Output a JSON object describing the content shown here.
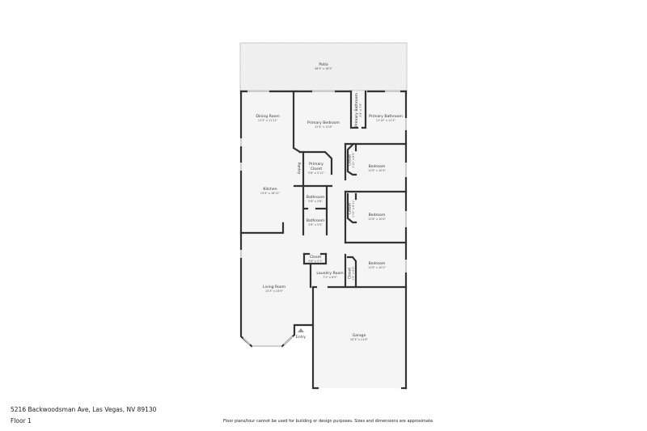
{
  "property": {
    "address": "5216 Backwoodsman Ave, Las Vegas, NV 89130",
    "floor": "Floor 1"
  },
  "disclaimer": "Floor plans/tour cannot be used for building or design purposes. Sizes and dimensions are approximate.",
  "colors": {
    "wall": "#333333",
    "floor": "#f5f5f5",
    "window": "#c8c8c8",
    "patio_hatch": "#e6e6e6"
  },
  "rooms": {
    "patio": {
      "name": "Patio",
      "dims": "36'5\" x 16'5\""
    },
    "dining_room": {
      "name": "Dining Room",
      "dims": "11'3\" x 11'11\""
    },
    "primary_bedroom": {
      "name": "Primary Bedroom",
      "dims": "12'4\" x 12'8\""
    },
    "primary_bathroom_wc": {
      "name": "Primary Bathroom",
      "dims": "2'8\" x 7'9\""
    },
    "primary_bathroom": {
      "name": "Primary Bathroom",
      "dims": "11'10\" x 11'2\""
    },
    "pantry": {
      "name": "Pantry",
      "dims": ""
    },
    "primary_closet": {
      "name": "Primary Closet",
      "dims": "5'8\" x 5'11\""
    },
    "closet_1": {
      "name": "Closet",
      "dims": "1'10\" x 6'5\""
    },
    "bedroom_1": {
      "name": "Bedroom",
      "dims": "12'8\" x 10'4\""
    },
    "kitchen": {
      "name": "Kitchen",
      "dims": "13'4\" x 18'11\""
    },
    "bathroom_1": {
      "name": "Bathroom",
      "dims": "5'6\" x 5'8\""
    },
    "bathroom_2": {
      "name": "Bathroom",
      "dims": "5'6\" x 5'5\""
    },
    "closet_2": {
      "name": "Closet",
      "dims": "1'10\" x 6'11\""
    },
    "bedroom_2": {
      "name": "Bedroom",
      "dims": "12'8\" x 10'6\""
    },
    "closet_3": {
      "name": "Closet",
      "dims": "5'6\" x 2'1\""
    },
    "laundry_room": {
      "name": "Laundry Room",
      "dims": "7'2\" x 6'9\""
    },
    "closet_4": {
      "name": "Closet",
      "dims": "1'9\" x 6'5\""
    },
    "bedroom_3": {
      "name": "Bedroom",
      "dims": "12'8\" x 10'2\""
    },
    "living_room": {
      "name": "Living Room",
      "dims": "15'3\" x 24'9\""
    },
    "entry": {
      "name": "Entry",
      "dims": ""
    },
    "garage": {
      "name": "Garage",
      "dims": "20'3\" x 21'8\""
    }
  }
}
